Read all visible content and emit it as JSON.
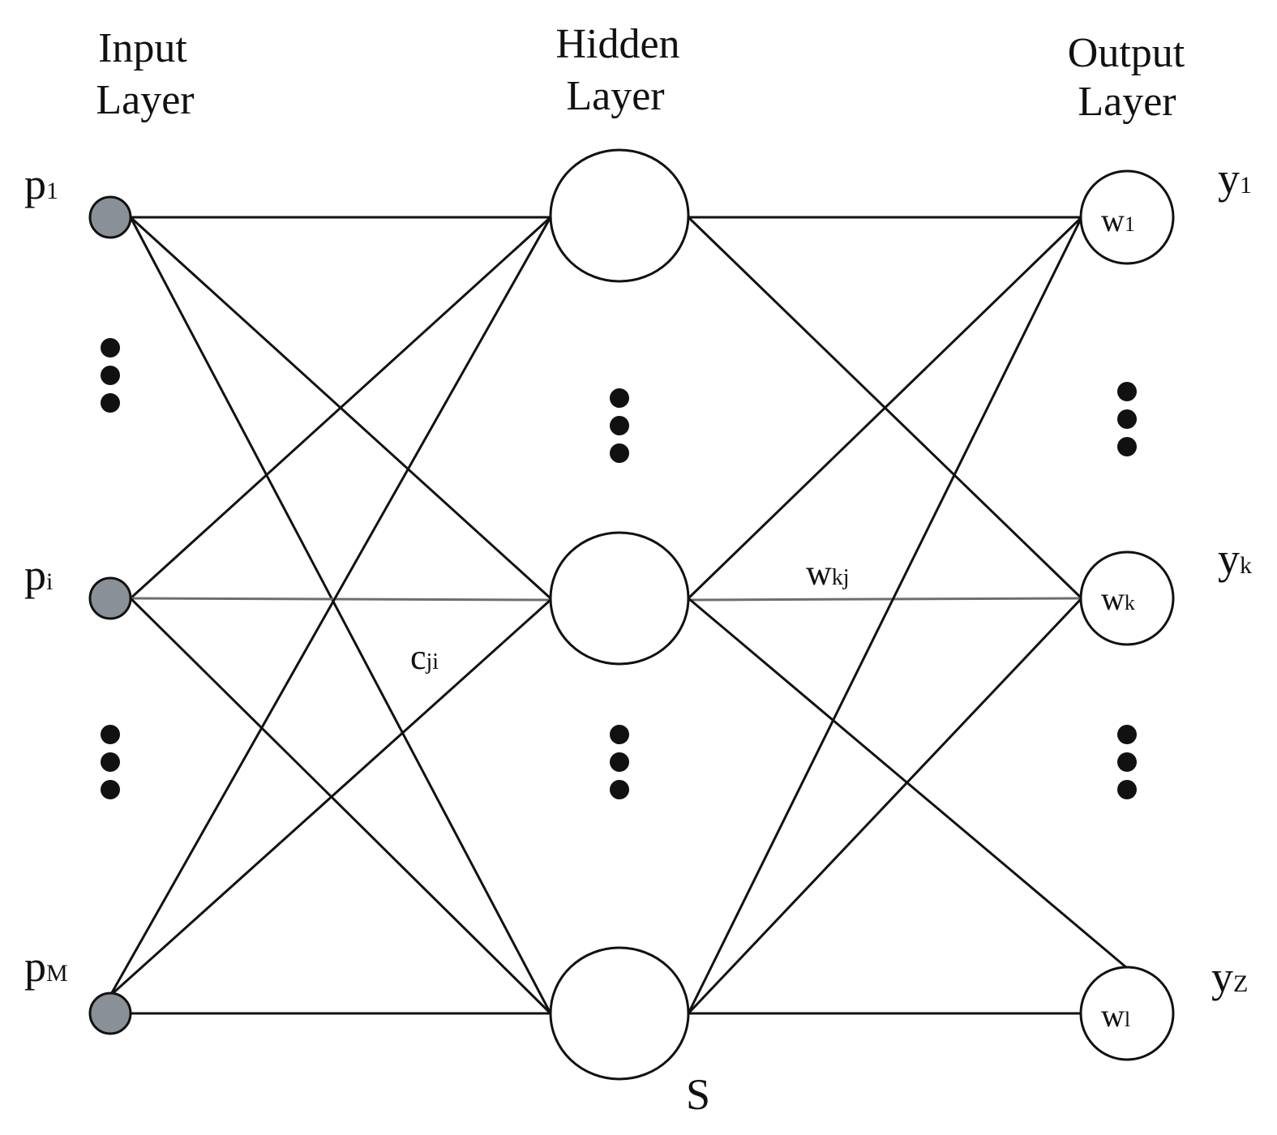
{
  "layers": {
    "input": {
      "title_line1": "Input",
      "title_line2": "Layer"
    },
    "hidden": {
      "title_line1": "Hidden",
      "title_line2": "Layer"
    },
    "output": {
      "title_line1": "Output",
      "title_line2": "Layer"
    }
  },
  "input_nodes": [
    {
      "main": "p",
      "sub": "1"
    },
    {
      "main": "p",
      "sub": "i"
    },
    {
      "main": "p",
      "sub": "M"
    }
  ],
  "output_labels": [
    {
      "main": "y",
      "sub": "1"
    },
    {
      "main": "y",
      "sub": "k"
    },
    {
      "main": "y",
      "sub": "Z"
    }
  ],
  "output_nodes": [
    {
      "main": "w",
      "sub": "1"
    },
    {
      "main": "w",
      "sub": "k"
    },
    {
      "main": "w",
      "sub": "l"
    }
  ],
  "weights": {
    "input_hidden": {
      "main": "c",
      "sub": "ji"
    },
    "hidden_output": {
      "main": "w",
      "sub": "kj"
    }
  },
  "hidden_count_label": "S"
}
